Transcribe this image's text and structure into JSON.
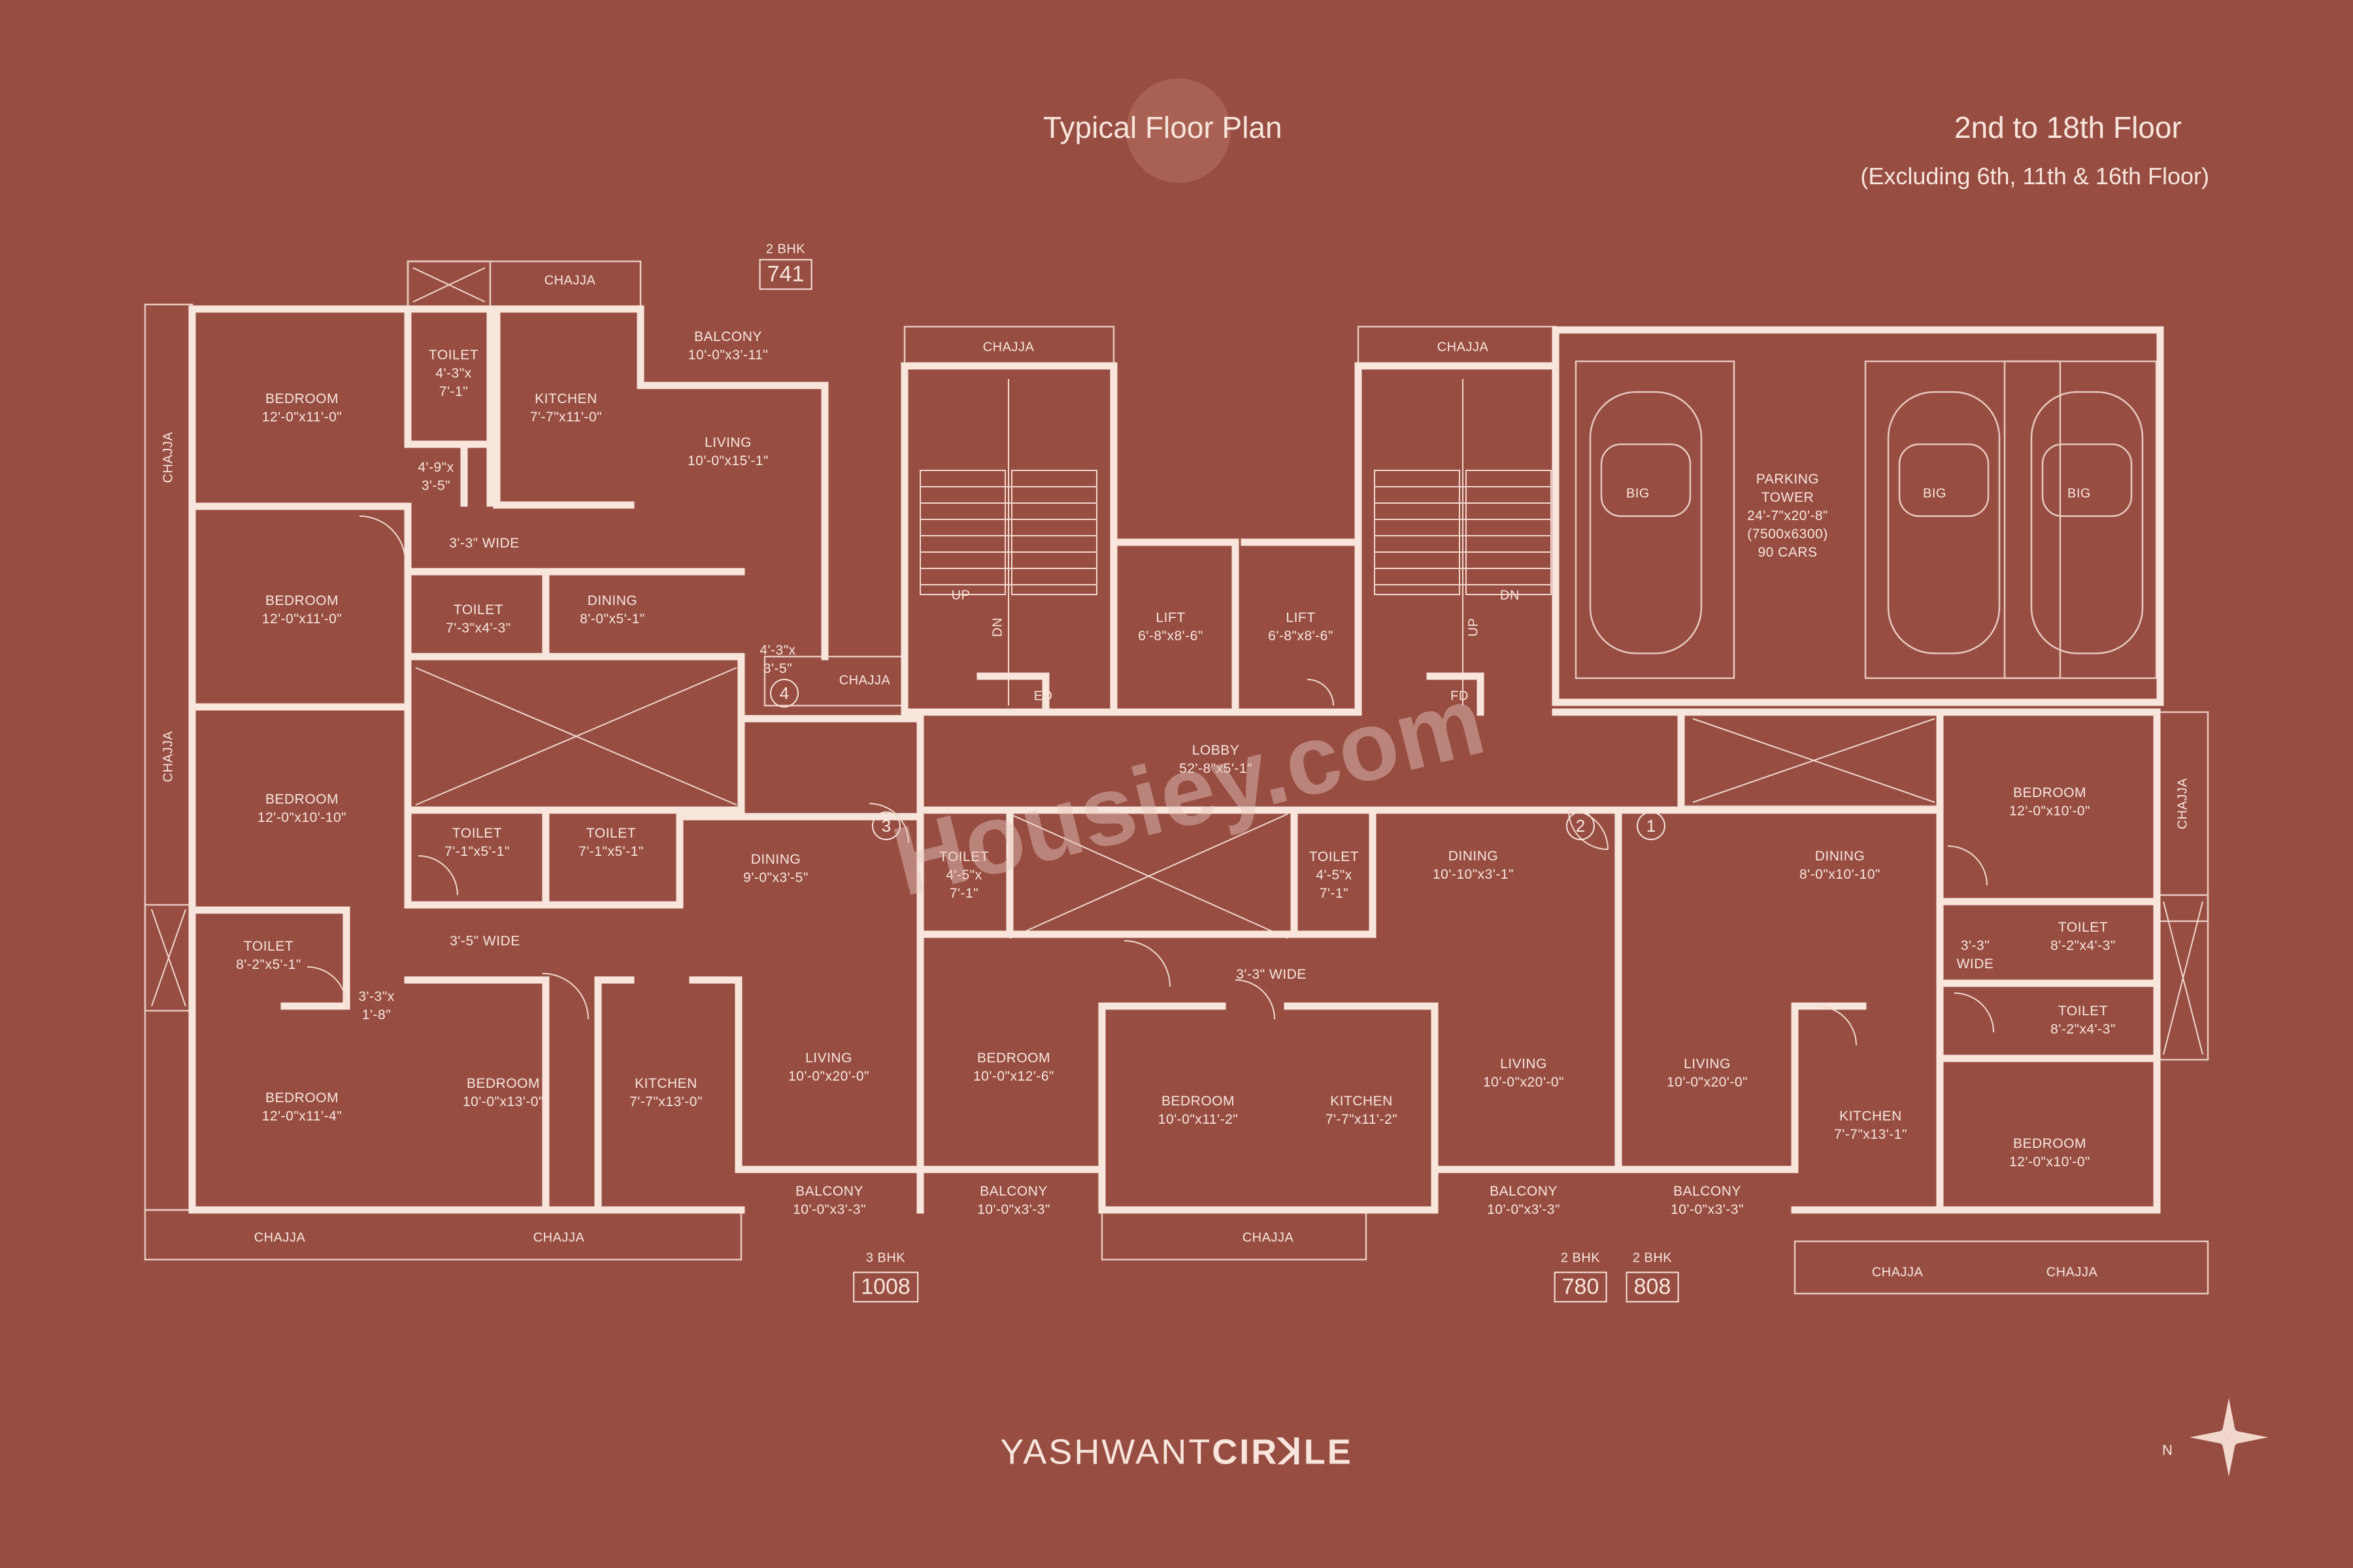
{
  "header": {
    "title": "Typical Floor Plan",
    "floors": "2nd to 18th Floor",
    "exclusion": "(Excluding 6th, 11th & 16th Floor)"
  },
  "units": {
    "u4": {
      "type": "2 BHK",
      "area": "741",
      "number": "4"
    },
    "u3": {
      "type": "3 BHK",
      "area": "1008",
      "number": "3"
    },
    "u2": {
      "type": "2 BHK",
      "area": "780",
      "number": "2"
    },
    "u1": {
      "type": "2 BHK",
      "area": "808",
      "number": "1"
    }
  },
  "rooms": {
    "bed_a": {
      "name": "BEDROOM",
      "dim": "12'-0\"x11'-0\""
    },
    "toilet_a": {
      "name": "TOILET",
      "dim": "4'-3\"x",
      "dim2": "7'-1\""
    },
    "kitchen_a": {
      "name": "KITCHEN",
      "dim": "7'-7\"x11'-0\""
    },
    "balcony_a": {
      "name": "BALCONY",
      "dim": "10'-0\"x3'-11\""
    },
    "living_a": {
      "name": "LIVING",
      "dim": "10'-0\"x15'-1\""
    },
    "passage_a": {
      "dim": "4'-9\"x",
      "dim2": "3'-5\""
    },
    "wide_a": {
      "text": "3'-3\" WIDE"
    },
    "bed_b": {
      "name": "BEDROOM",
      "dim": "12'-0\"x11'-0\""
    },
    "toilet_b": {
      "name": "TOILET",
      "dim": "7'-3\"x4'-3\""
    },
    "dining_a": {
      "name": "DINING",
      "dim": "8'-0\"x5'-1\""
    },
    "passage_b": {
      "dim": "4'-3\"x",
      "dim2": "3'-5\""
    },
    "bed_c": {
      "name": "BEDROOM",
      "dim": "12'-0\"x10'-10\""
    },
    "toilet_c": {
      "name": "TOILET",
      "dim": "7'-1\"x5'-1\""
    },
    "toilet_d": {
      "name": "TOILET",
      "dim": "7'-1\"x5'-1\""
    },
    "dining_b": {
      "name": "DINING",
      "dim": "9'-0\"x3'-5\""
    },
    "toilet_e": {
      "name": "TOILET",
      "dim": "8'-2\"x5'-1\""
    },
    "wide_b": {
      "text": "3'-5\" WIDE"
    },
    "passage_c": {
      "dim": "3'-3\"x",
      "dim2": "1'-8\""
    },
    "bed_d": {
      "name": "BEDROOM",
      "dim": "12'-0\"x11'-4\""
    },
    "bed_e": {
      "name": "BEDROOM",
      "dim": "10'-0\"x13'-0\""
    },
    "kitchen_b": {
      "name": "KITCHEN",
      "dim": "7'-7\"x13'-0\""
    },
    "living_b": {
      "name": "LIVING",
      "dim": "10'-0\"x20'-0\""
    },
    "balcony_b": {
      "name": "BALCONY",
      "dim": "10'-0\"x3'-3\""
    },
    "toilet_f": {
      "name": "TOILET",
      "dim": "4'-5\"x",
      "dim2": "7'-1\""
    },
    "bed_f": {
      "name": "BEDROOM",
      "dim": "10'-0\"x12'-6\""
    },
    "balcony_c": {
      "name": "BALCONY",
      "dim": "10'-0\"x3'-3\""
    },
    "wide_c": {
      "text": "3'-3\" WIDE"
    },
    "bed_g": {
      "name": "BEDROOM",
      "dim": "10'-0\"x11'-2\""
    },
    "kitchen_c": {
      "name": "KITCHEN",
      "dim": "7'-7\"x11'-2\""
    },
    "toilet_g": {
      "name": "TOILET",
      "dim": "4'-5\"x",
      "dim2": "7'-1\""
    },
    "dining_c": {
      "name": "DINING",
      "dim": "10'-10\"x3'-1\""
    },
    "living_c": {
      "name": "LIVING",
      "dim": "10'-0\"x20'-0\""
    },
    "balcony_d": {
      "name": "BALCONY",
      "dim": "10'-0\"x3'-3\""
    },
    "dining_d": {
      "name": "DINING",
      "dim": "8'-0\"x10'-10\""
    },
    "living_d": {
      "name": "LIVING",
      "dim": "10'-0\"x20'-0\""
    },
    "balcony_e": {
      "name": "BALCONY",
      "dim": "10'-0\"x3'-3\""
    },
    "kitchen_d": {
      "name": "KITCHEN",
      "dim": "7'-7\"x13'-1\""
    },
    "bed_h": {
      "name": "BEDROOM",
      "dim": "12'-0\"x10'-0\""
    },
    "toilet_h": {
      "name": "TOILET",
      "dim": "8'-2\"x4'-3\""
    },
    "toilet_i": {
      "name": "TOILET",
      "dim": "8'-2\"x4'-3\""
    },
    "wide_d": {
      "text": "3'-3\"",
      "text2": "WIDE"
    },
    "bed_i": {
      "name": "BEDROOM",
      "dim": "12'-0\"x10'-0\""
    }
  },
  "core": {
    "lobby": {
      "name": "LOBBY",
      "dim": "52'-8\"x5'-1\""
    },
    "lift1": {
      "name": "LIFT",
      "dim": "6'-8\"x8'-6\""
    },
    "lift2": {
      "name": "LIFT",
      "dim": "6'-8\"x8'-6\""
    },
    "up": "UP",
    "dn": "DN",
    "ed": "ED",
    "fd": "FD"
  },
  "parking": {
    "name": "PARKING",
    "name2": "TOWER",
    "dim": "24'-7\"x20'-8\"",
    "dim_mm": "(7500x6300)",
    "capacity": "90 CARS",
    "car_label": "BIG"
  },
  "chajja": "CHAJJA",
  "watermark": "Housiey.com",
  "brand": {
    "part1": "YASHWANT",
    "part2": "CIRꓘLE"
  },
  "compass": {
    "north": "N"
  },
  "colors": {
    "background": "#974D42",
    "lines": "#F8E6DC"
  }
}
